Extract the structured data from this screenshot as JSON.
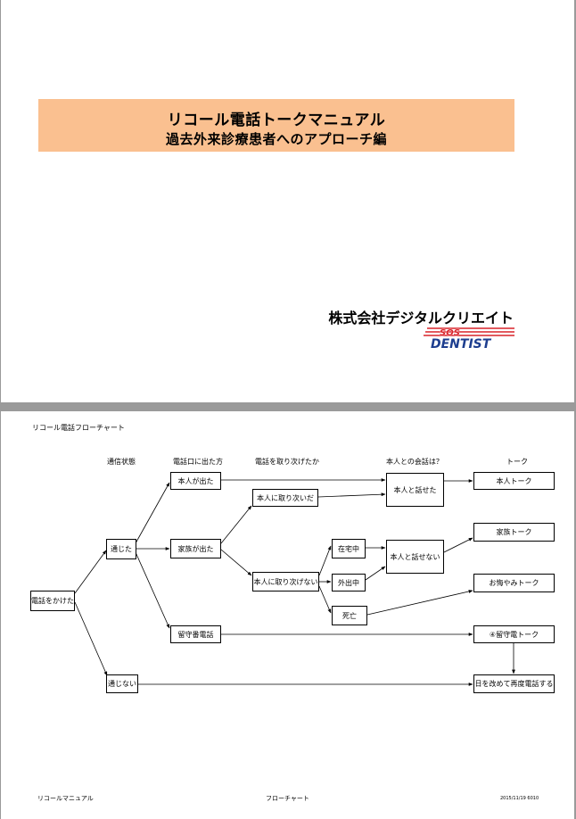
{
  "cover": {
    "title": "リコール電話トークマニュアル",
    "subtitle": "過去外来診療患者へのアプローチ編",
    "company": "株式会社デジタルクリエイト",
    "logo_top": "SOS",
    "logo_bottom": "DENTIST"
  },
  "chart": {
    "title": "リコール電話フローチャート",
    "headers": {
      "comm": "通信状態",
      "answerer": "電話口に出た方",
      "transfer": "電話を取り次げたか",
      "conversation": "本人との会話は？",
      "talk": "トーク"
    },
    "nodes": {
      "call": "電話をかけた",
      "connected": "通じた",
      "not_connected": "通じない",
      "self_answered": "本人が出た",
      "family_answered": "家族が出た",
      "voicemail": "留守番電話",
      "transferred": "本人に取り次いだ",
      "not_transferred": "本人に取り次げない",
      "at_home": "在宅中",
      "out": "外出中",
      "deceased": "死亡",
      "can_talk": "本人と話せた",
      "cannot_talk": "本人と話せない",
      "talk_self": "本人トーク",
      "talk_family": "家族トーク",
      "talk_condolence": "お悔やみトーク",
      "talk_voicemail": "④留守電トーク",
      "talk_retry": "日を改めて再度電話する"
    }
  },
  "footer": {
    "left": "リコールマニュアル",
    "center": "フローチャート",
    "right": "2015/11/19  6010"
  }
}
